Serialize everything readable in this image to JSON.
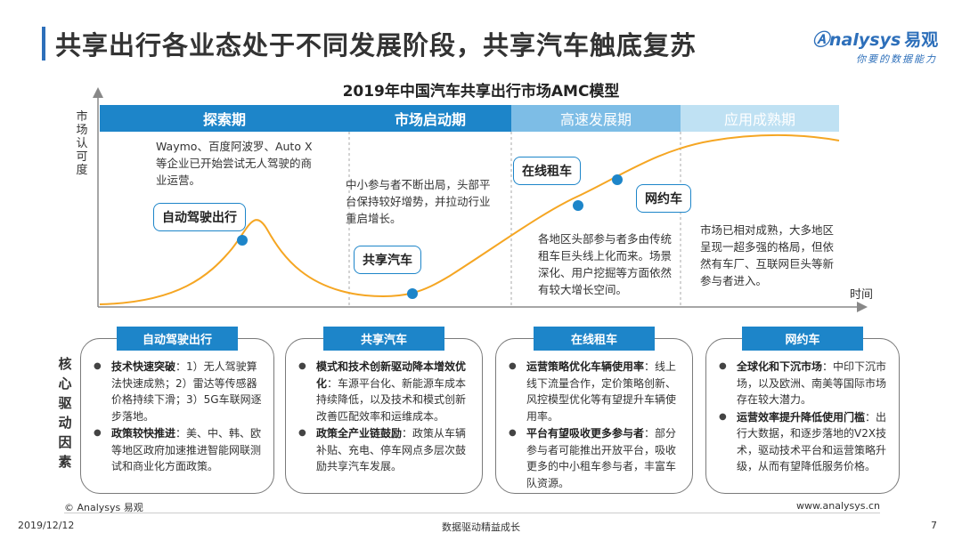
{
  "header": {
    "title": "共享出行各业态处于不同发展阶段，共享汽车触底复苏",
    "logo_text": "nalysys",
    "logo_cn": "易观",
    "logo_slogan": "你要的数据能力"
  },
  "diagram": {
    "title": "2019年中国汽车共享出行市场AMC模型",
    "y_axis_label": "市场认可度",
    "x_axis_label": "时间",
    "stages": [
      "探索期",
      "市场启动期",
      "高速发展期",
      "应用成熟期"
    ],
    "stage_colors": [
      "#1d85c9",
      "#1d85c9",
      "#7dbde6",
      "#bfe1f3"
    ],
    "curve_color": "#f5a623",
    "descriptions": [
      "Waymo、百度阿波罗、Auto X 等企业已开始尝试无人驾驶的商业运营。",
      "中小参与者不断出局，头部平台保持较好增势，并拉动行业重启增长。",
      "各地区头部参与者多由传统租车巨头线上化而来。场景深化、用户挖掘等方面依然有较大增长空间。",
      "市场已相对成熟，大多地区呈现一超多强的格局，但依然有车厂、互联网巨头等新参与者进入。"
    ],
    "callouts": [
      "自动驾驶出行",
      "共享汽车",
      "在线租车",
      "网约车"
    ]
  },
  "drivers": {
    "label": "核心驱动因素",
    "cards": [
      {
        "title": "自动驾驶出行",
        "items": [
          {
            "bold": "技术快速突破",
            "text": "：1）无人驾驶算法快速成熟；2）雷达等传感器价格持续下滑；3）5G车联网逐步落地。"
          },
          {
            "bold": "政策较快推进",
            "text": "：美、中、韩、欧等地区政府加速推进智能网联测试和商业化方面政策。"
          }
        ]
      },
      {
        "title": "共享汽车",
        "items": [
          {
            "bold": "模式和技术创新驱动降本增效优化",
            "text": "：车源平台化、新能源车成本持续降低，以及技术和模式创新改善匹配效率和运维成本。"
          },
          {
            "bold": "政策全产业链鼓励",
            "text": "：政策从车辆补贴、充电、停车网点多层次鼓励共享汽车发展。"
          }
        ]
      },
      {
        "title": "在线租车",
        "items": [
          {
            "bold": "运营策略优化车辆使用率",
            "text": "：线上线下流量合作，定价策略创新、风控模型优化等有望提升车辆使用率。"
          },
          {
            "bold": "平台有望吸收更多参与者",
            "text": "：部分参与者可能推出开放平台，吸收更多的中小租车参与者，丰富车队资源。"
          }
        ]
      },
      {
        "title": "网约车",
        "items": [
          {
            "bold": "全球化和下沉市场",
            "text": "：中印下沉市场，以及欧洲、南美等国际市场存在较大潜力。"
          },
          {
            "bold": "运营效率提升降低使用门槛",
            "text": "：出行大数据，和逐步落地的V2X技术，驱动技术平台和运营策略升级，从而有望降低服务价格。"
          }
        ]
      }
    ]
  },
  "footer": {
    "copyright": "© Analysys 易观",
    "website": "www.analysys.cn",
    "date": "2019/12/12",
    "slogan": "数据驱动精益成长",
    "page": "7"
  }
}
